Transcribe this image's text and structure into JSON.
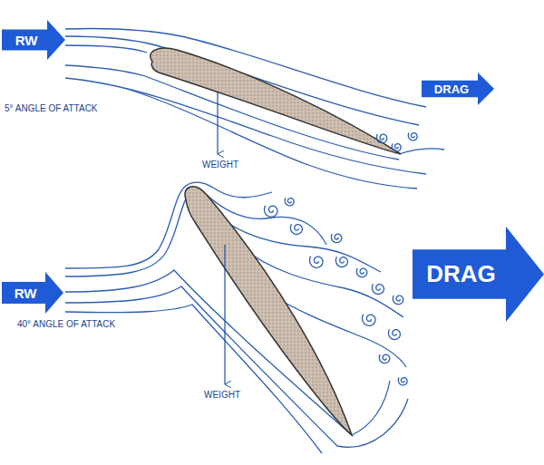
{
  "diagram": {
    "nodes": [
      {
        "text": [
          "RW"
        ]
      },
      {
        "text": [
          "DRAG"
        ]
      },
      {
        "text": [
          "RW"
        ]
      },
      {
        "text": [
          "DRAG"
        ]
      }
    ],
    "labels": [
      "5° ANGLE OF ATTACK",
      "WEIGHT",
      "40° ANGLE OF ATTACK",
      "WEIGHT"
    ]
  }
}
